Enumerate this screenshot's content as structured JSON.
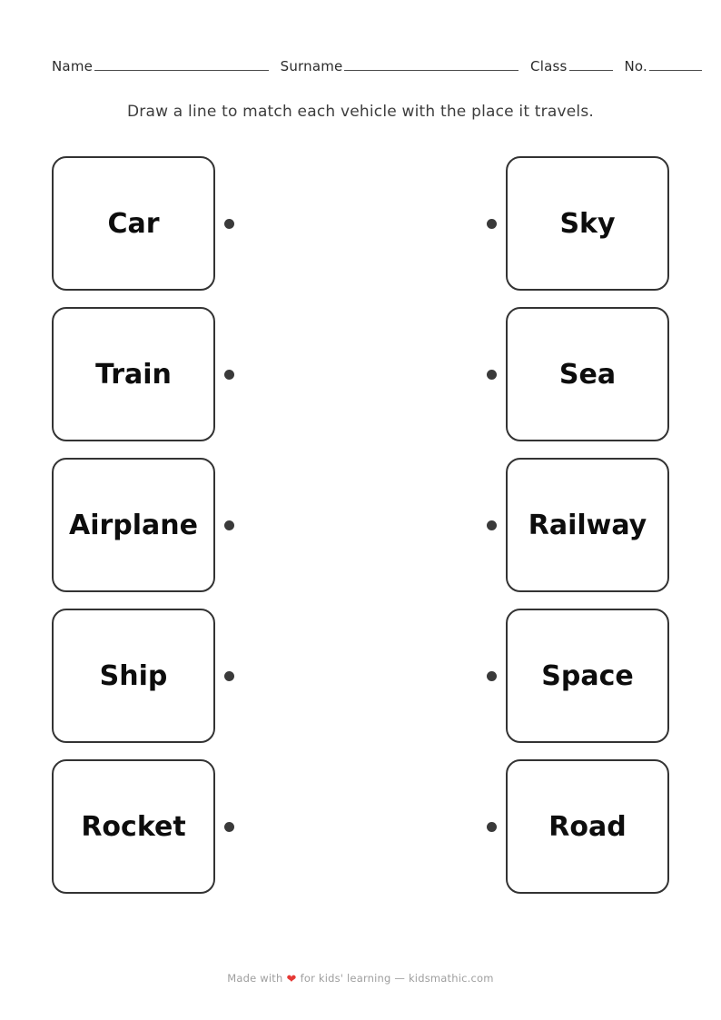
{
  "header": {
    "name_label": "Name",
    "surname_label": "Surname",
    "class_label": "Class",
    "no_label": "No."
  },
  "instruction": "Draw a line to match each vehicle with the place it travels.",
  "matching": {
    "rows": [
      {
        "left": "Car",
        "right": "Sky"
      },
      {
        "left": "Train",
        "right": "Sea"
      },
      {
        "left": "Airplane",
        "right": "Railway"
      },
      {
        "left": "Ship",
        "right": "Space"
      },
      {
        "left": "Rocket",
        "right": "Road"
      }
    ]
  },
  "footer": {
    "made_with": "Made with",
    "heart_icon": "❤",
    "rest": "for kids' learning — kidsmathic.com"
  },
  "colors": {
    "card_border": "#333333",
    "dot": "#3a3a3a",
    "heart": "#e53935",
    "footer_text": "#9e9e9e",
    "instruction_text": "#3d3d3d"
  }
}
